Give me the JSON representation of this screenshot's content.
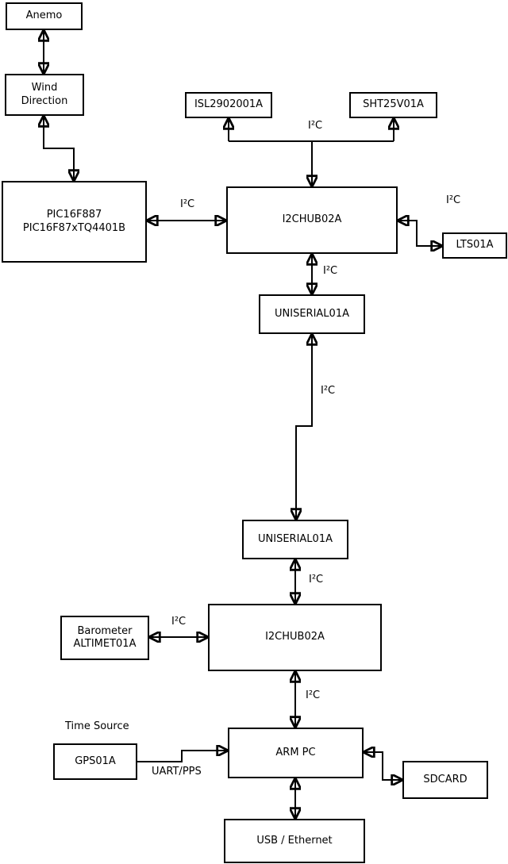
{
  "diagram": {
    "nodes": {
      "anemo": {
        "label": "Anemo"
      },
      "wind": {
        "line1": "Wind",
        "line2": "Direction"
      },
      "pic": {
        "line1": "PIC16F887",
        "line2": "PIC16F87xTQ4401B"
      },
      "isl": {
        "label": "ISL2902001A"
      },
      "sht": {
        "label": "SHT25V01A"
      },
      "hub1": {
        "label": "I2CHUB02A"
      },
      "lts": {
        "label": "LTS01A"
      },
      "uniserial1": {
        "label": "UNISERIAL01A"
      },
      "uniserial2": {
        "label": "UNISERIAL01A"
      },
      "barometer": {
        "line1": "Barometer",
        "line2": "ALTIMET01A"
      },
      "hub2": {
        "label": "I2CHUB02A"
      },
      "armpc": {
        "label": "ARM PC"
      },
      "gps": {
        "label": "GPS01A"
      },
      "sdcard": {
        "label": "SDCARD"
      },
      "usb": {
        "label": "USB / Ethernet"
      }
    },
    "edge_labels": {
      "i2c": "I²C",
      "time_source": "Time Source",
      "uart_pps": "UART/PPS"
    },
    "edges": [
      {
        "from": "Anemo",
        "to": "Wind Direction",
        "label": "",
        "arrows": "both"
      },
      {
        "from": "Wind Direction",
        "to": "PIC16F887 PIC16F87xTQ4401B",
        "label": "",
        "arrows": "both"
      },
      {
        "from": "PIC16F887 PIC16F87xTQ4401B",
        "to": "I2CHUB02A (upper)",
        "label": "I²C",
        "arrows": "both"
      },
      {
        "from": "I2CHUB02A (upper)",
        "to": "ISL2902001A",
        "label": "I²C",
        "arrows": "to"
      },
      {
        "from": "I2CHUB02A (upper)",
        "to": "SHT25V01A",
        "label": "I²C",
        "arrows": "to"
      },
      {
        "from": "I2CHUB02A (upper)",
        "to": "LTS01A",
        "label": "I²C",
        "arrows": "both"
      },
      {
        "from": "I2CHUB02A (upper)",
        "to": "UNISERIAL01A (upper)",
        "label": "I²C",
        "arrows": "both"
      },
      {
        "from": "UNISERIAL01A (upper)",
        "to": "UNISERIAL01A (lower)",
        "label": "I²C",
        "arrows": "both"
      },
      {
        "from": "UNISERIAL01A (lower)",
        "to": "I2CHUB02A (lower)",
        "label": "I²C",
        "arrows": "both"
      },
      {
        "from": "Barometer ALTIMET01A",
        "to": "I2CHUB02A (lower)",
        "label": "I²C",
        "arrows": "both"
      },
      {
        "from": "I2CHUB02A (lower)",
        "to": "ARM PC",
        "label": "I²C",
        "arrows": "both"
      },
      {
        "from": "GPS01A",
        "to": "ARM PC",
        "label": "UART/PPS",
        "arrows": "to"
      },
      {
        "from": "ARM PC",
        "to": "SDCARD",
        "label": "",
        "arrows": "both"
      },
      {
        "from": "ARM PC",
        "to": "USB / Ethernet",
        "label": "",
        "arrows": "both"
      }
    ],
    "colors": {
      "line": "#000000",
      "background": "#ffffff",
      "box_fill": "#ffffff",
      "text": "#000000"
    }
  }
}
